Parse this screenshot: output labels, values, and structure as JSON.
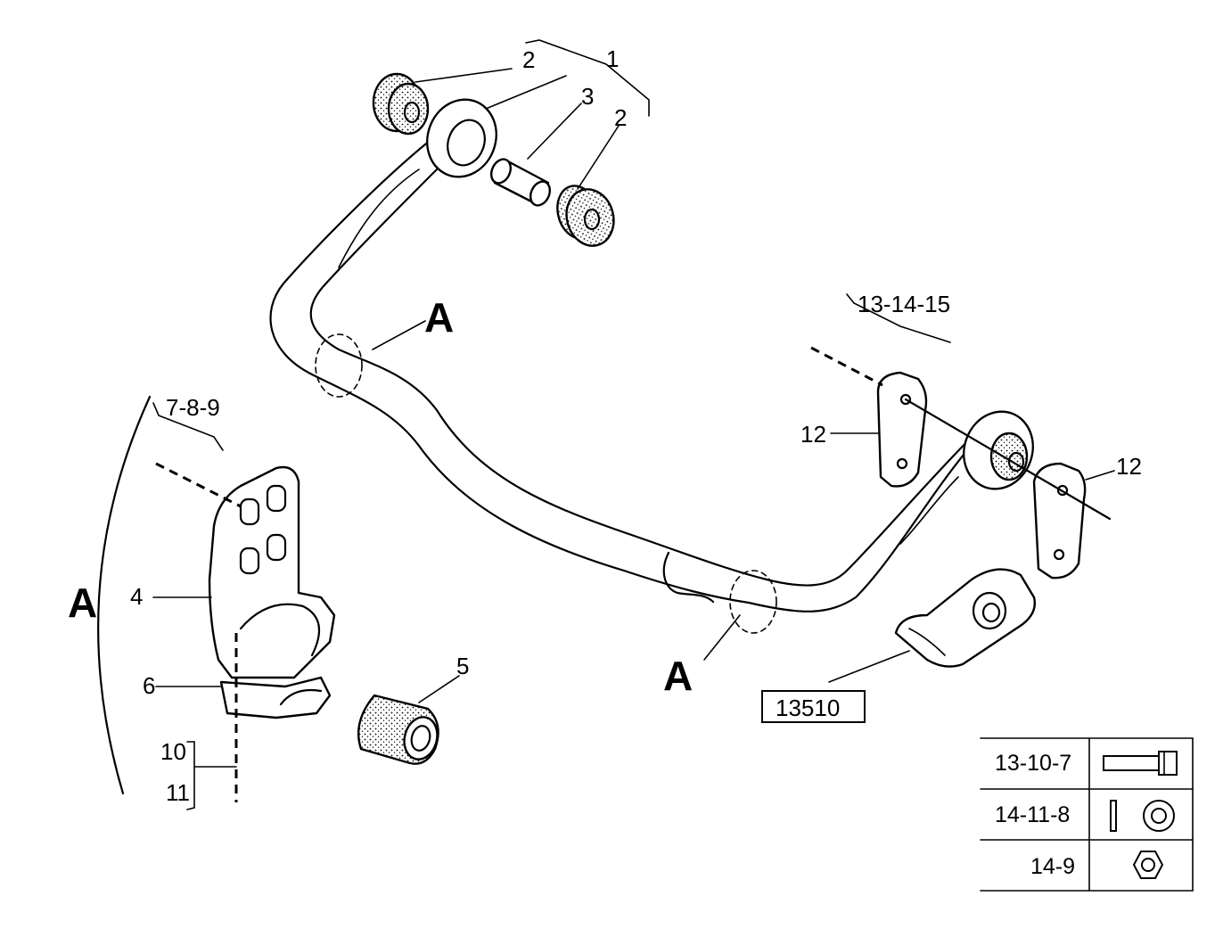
{
  "callouts": {
    "c1": "1",
    "c2a": "2",
    "c2b": "2",
    "c3": "3",
    "c4": "4",
    "c5": "5",
    "c6": "6",
    "c789": "7-8-9",
    "c10": "10",
    "c11": "11",
    "c12a": "12",
    "c12b": "12",
    "c131415": "13-14-15"
  },
  "section_markers": {
    "a1": "A",
    "a2": "A",
    "a3": "A"
  },
  "reference_number": "13510",
  "fastener_table": [
    {
      "code": "13-10-7",
      "icon": "bolt-icon"
    },
    {
      "code": "14-11-8",
      "icon": "washer-icon"
    },
    {
      "code": "14-9",
      "icon": "nut-icon"
    }
  ],
  "colors": {
    "line": "#000000",
    "background": "#ffffff"
  }
}
